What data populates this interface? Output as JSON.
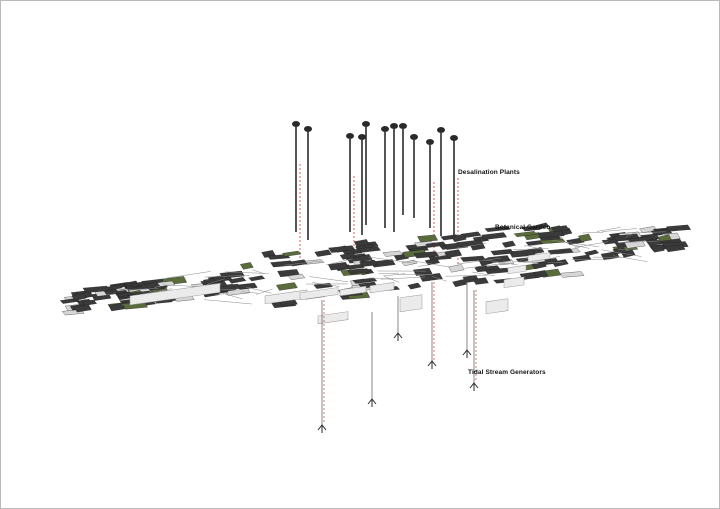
{
  "labels": {
    "desalination": "Desalination Plants",
    "botanical": "Botanical Garden",
    "tidal": "Tidal Stream Generators"
  },
  "colors": {
    "structure": "#2a2a2a",
    "platform_dark": "#3a3a3a",
    "platform_green": "#5a6b3c",
    "platform_light": "#d6d6d6",
    "red_line": "#d23c3c",
    "border": "#b9b9b9"
  }
}
